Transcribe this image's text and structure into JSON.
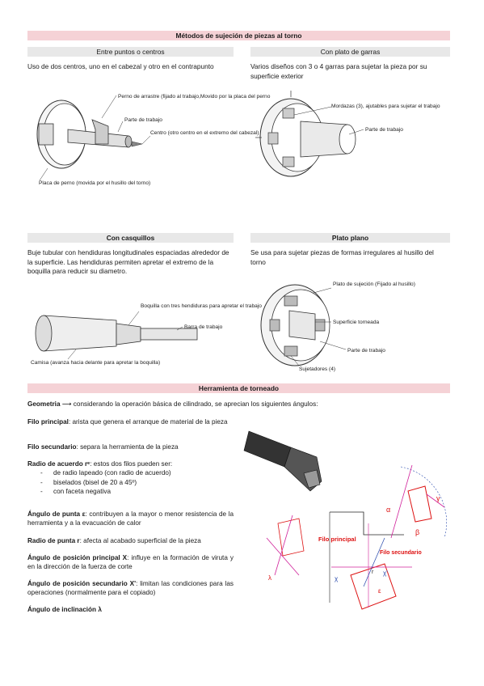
{
  "title_main": "Métodos de sujeción de piezas al torno",
  "methods": [
    {
      "title": "Entre puntos o centros",
      "text": "Uso de dos centros, uno en el cabezal y otro en el contrapunto",
      "labels": [
        "Perno de arrastre (fijado al trabajo,Movido por la placa del perno",
        "Parte de trabajo",
        "Centro (otro centro en el extremo del cabezal)",
        "Placa de perno  (movida por el husillo del torno)"
      ]
    },
    {
      "title": "Con plato de garras",
      "text": "Varios diseños con 3 o 4 garras para sujetar la pieza por su superficie exterior",
      "labels": [
        "Mordazas (3), ajutables para sujetar el trabajo",
        "Parte de trabajo"
      ]
    },
    {
      "title": "Con casquillos",
      "text": "Buje tubular con hendiduras longitudinales espaciadas alrededor de la superficie. Las hendiduras permiten apretar el extremo de la boquilla para reducir su diametro.",
      "labels": [
        "Boquilla con tres hendiduras para apretar el trabajo",
        "Barra de trabajo",
        "Camisa (avanza hacia delante para apretar la boquilla)"
      ]
    },
    {
      "title": "Plato plano",
      "text": "Se usa para sujetar piezas de formas irregulares al husillo del torno",
      "labels": [
        "Plato de sujeción (Fijado al husillo)",
        "Superficie torneada",
        "Parte de trabajo",
        "Sujetadores (4)"
      ]
    }
  ],
  "tool": {
    "title": "Herramienta de torneado",
    "geometry_term": "Geometria",
    "geometry_text": "considerando la operación básica de cilindrado, se aprecian los siguientes ángulos:",
    "items": [
      {
        "term": "Filo principal",
        "text": ": arista que genera el arranque de material de la pieza"
      },
      {
        "term": "Filo secundario",
        "text": ": separa la herramienta de la pieza"
      },
      {
        "term": "Radio de acuerdo rᵉ",
        "text": ": estos dos filos pueden ser:"
      },
      {
        "term": "Ángulo de punta ε",
        "text": ": contribuyen a la mayor o menor resistencia de la herramienta y a la evacuación de calor"
      },
      {
        "term": "Radio de punta r",
        "text": ": afecta al acabado superficial de la pieza"
      },
      {
        "term": "Ángulo de posición principal X",
        "text": ": influye en la formación de viruta y en la dirección de la fuerza de corte"
      },
      {
        "term": "Ángulo de posición secundario X'",
        "text": ": limitan las condiciones para las operaciones (normalmente para el copiado)"
      },
      {
        "term": "Ángulo de inclinación λ",
        "text": ""
      }
    ],
    "radio_options": [
      "de radio lapeado (con radio de acuerdo)",
      "biselados (bisel de 20 a 45º)",
      "con faceta negativa"
    ],
    "diagram_labels": [
      "Filo principal",
      "Filo secundario",
      "α",
      "β",
      "γ",
      "χ",
      "χ'",
      "ε",
      "r",
      "λ"
    ]
  },
  "colors": {
    "pink": "#f5d2d6",
    "grey": "#e8e8e8",
    "magenta": "#d0209a",
    "red": "#d11",
    "blue": "#2244aa"
  }
}
